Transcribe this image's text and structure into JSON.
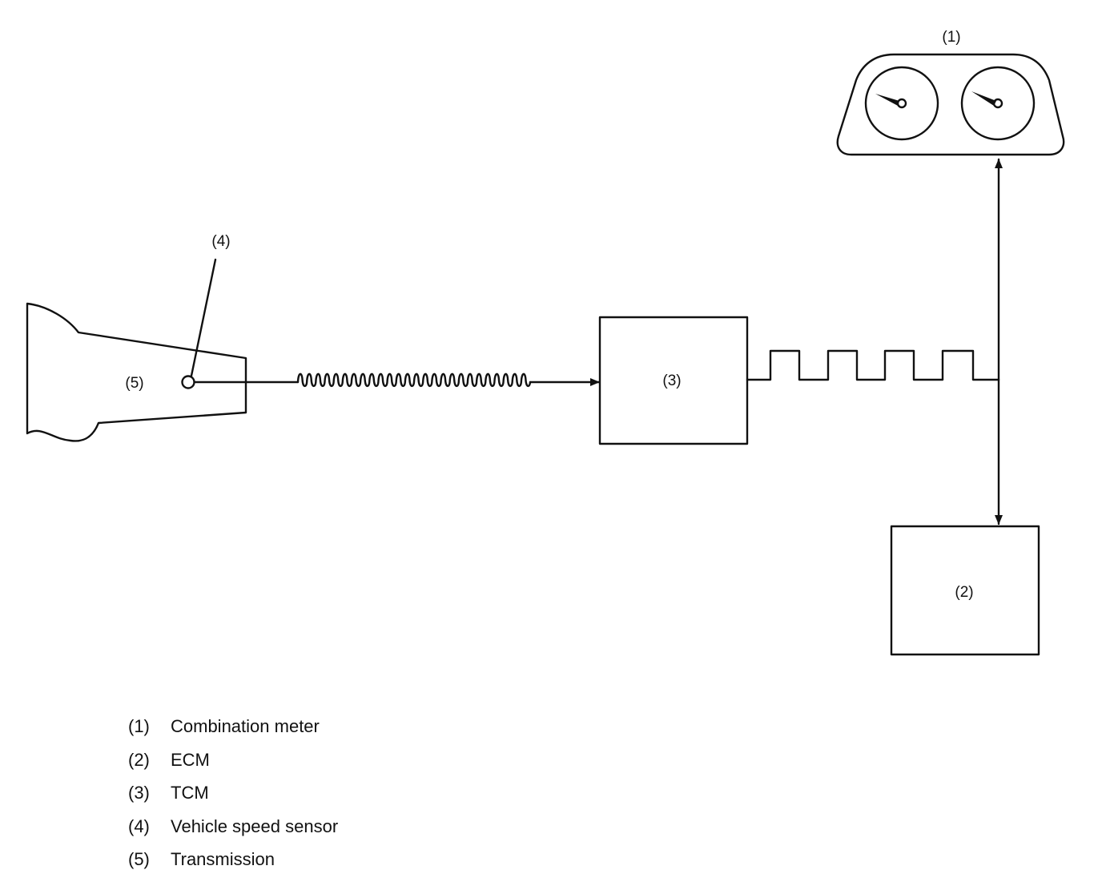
{
  "diagram": {
    "callouts": {
      "meter": "(1)",
      "ecm": "(2)",
      "tcm": "(3)",
      "sensor": "(4)",
      "transmission": "(5)"
    }
  },
  "legend": [
    {
      "num": "(1)",
      "label": "Combination meter"
    },
    {
      "num": "(2)",
      "label": "ECM"
    },
    {
      "num": "(3)",
      "label": "TCM"
    },
    {
      "num": "(4)",
      "label": "Vehicle speed sensor"
    },
    {
      "num": "(5)",
      "label": "Transmission"
    }
  ],
  "colors": {
    "line": "#111111",
    "background": "#ffffff"
  }
}
